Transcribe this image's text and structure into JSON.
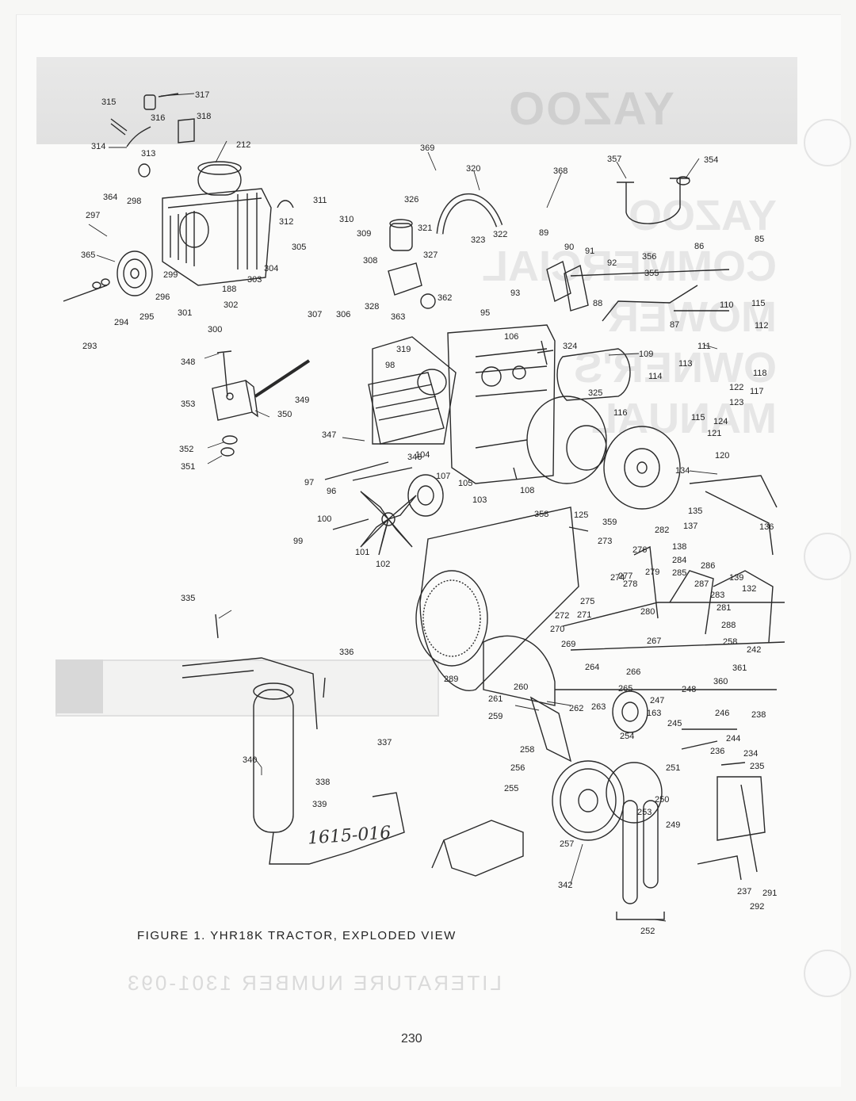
{
  "figure": {
    "caption": "FIGURE 1. YHR18K TRACTOR, EXPLODED VIEW",
    "page_number": "230",
    "handwritten_note": "1615-016"
  },
  "colors": {
    "ink": "#222222",
    "paper": "#fbfbfa",
    "ghost": "#d8d8d8"
  },
  "part_labels": [
    "315",
    "317",
    "318",
    "316",
    "314",
    "313",
    "212",
    "369",
    "320",
    "368",
    "357",
    "354",
    "364",
    "298",
    "311",
    "297",
    "312",
    "310",
    "309",
    "326",
    "321",
    "322",
    "323",
    "89",
    "90",
    "91",
    "92",
    "86",
    "85",
    "356",
    "355",
    "365",
    "299",
    "305",
    "308",
    "304",
    "303",
    "188",
    "327",
    "296",
    "302",
    "301",
    "294",
    "295",
    "300",
    "307",
    "306",
    "328",
    "362",
    "363",
    "95",
    "93",
    "88",
    "87",
    "110",
    "115",
    "112",
    "293",
    "106",
    "324",
    "319",
    "98",
    "109",
    "111",
    "113",
    "114",
    "118",
    "117",
    "122",
    "123",
    "348",
    "349",
    "325",
    "116",
    "115",
    "124",
    "121",
    "353",
    "350",
    "347",
    "346",
    "104",
    "107",
    "120",
    "352",
    "351",
    "134",
    "97",
    "96",
    "105",
    "108",
    "103",
    "125",
    "358",
    "359",
    "135",
    "282",
    "137",
    "136",
    "100",
    "273",
    "99",
    "101",
    "102",
    "276",
    "138",
    "284",
    "285",
    "286",
    "287",
    "139",
    "132",
    "274",
    "277",
    "279",
    "278",
    "283",
    "275",
    "280",
    "281",
    "288",
    "335",
    "272",
    "271",
    "270",
    "269",
    "267",
    "258",
    "242",
    "336",
    "264",
    "266",
    "361",
    "289",
    "260",
    "265",
    "360",
    "248",
    "261",
    "263",
    "247",
    "262",
    "163",
    "246",
    "238",
    "259",
    "245",
    "254",
    "244",
    "337",
    "236",
    "234",
    "258",
    "340",
    "256",
    "251",
    "235",
    "338",
    "255",
    "250",
    "339",
    "253",
    "249",
    "257",
    "342",
    "252",
    "237",
    "291",
    "292"
  ]
}
